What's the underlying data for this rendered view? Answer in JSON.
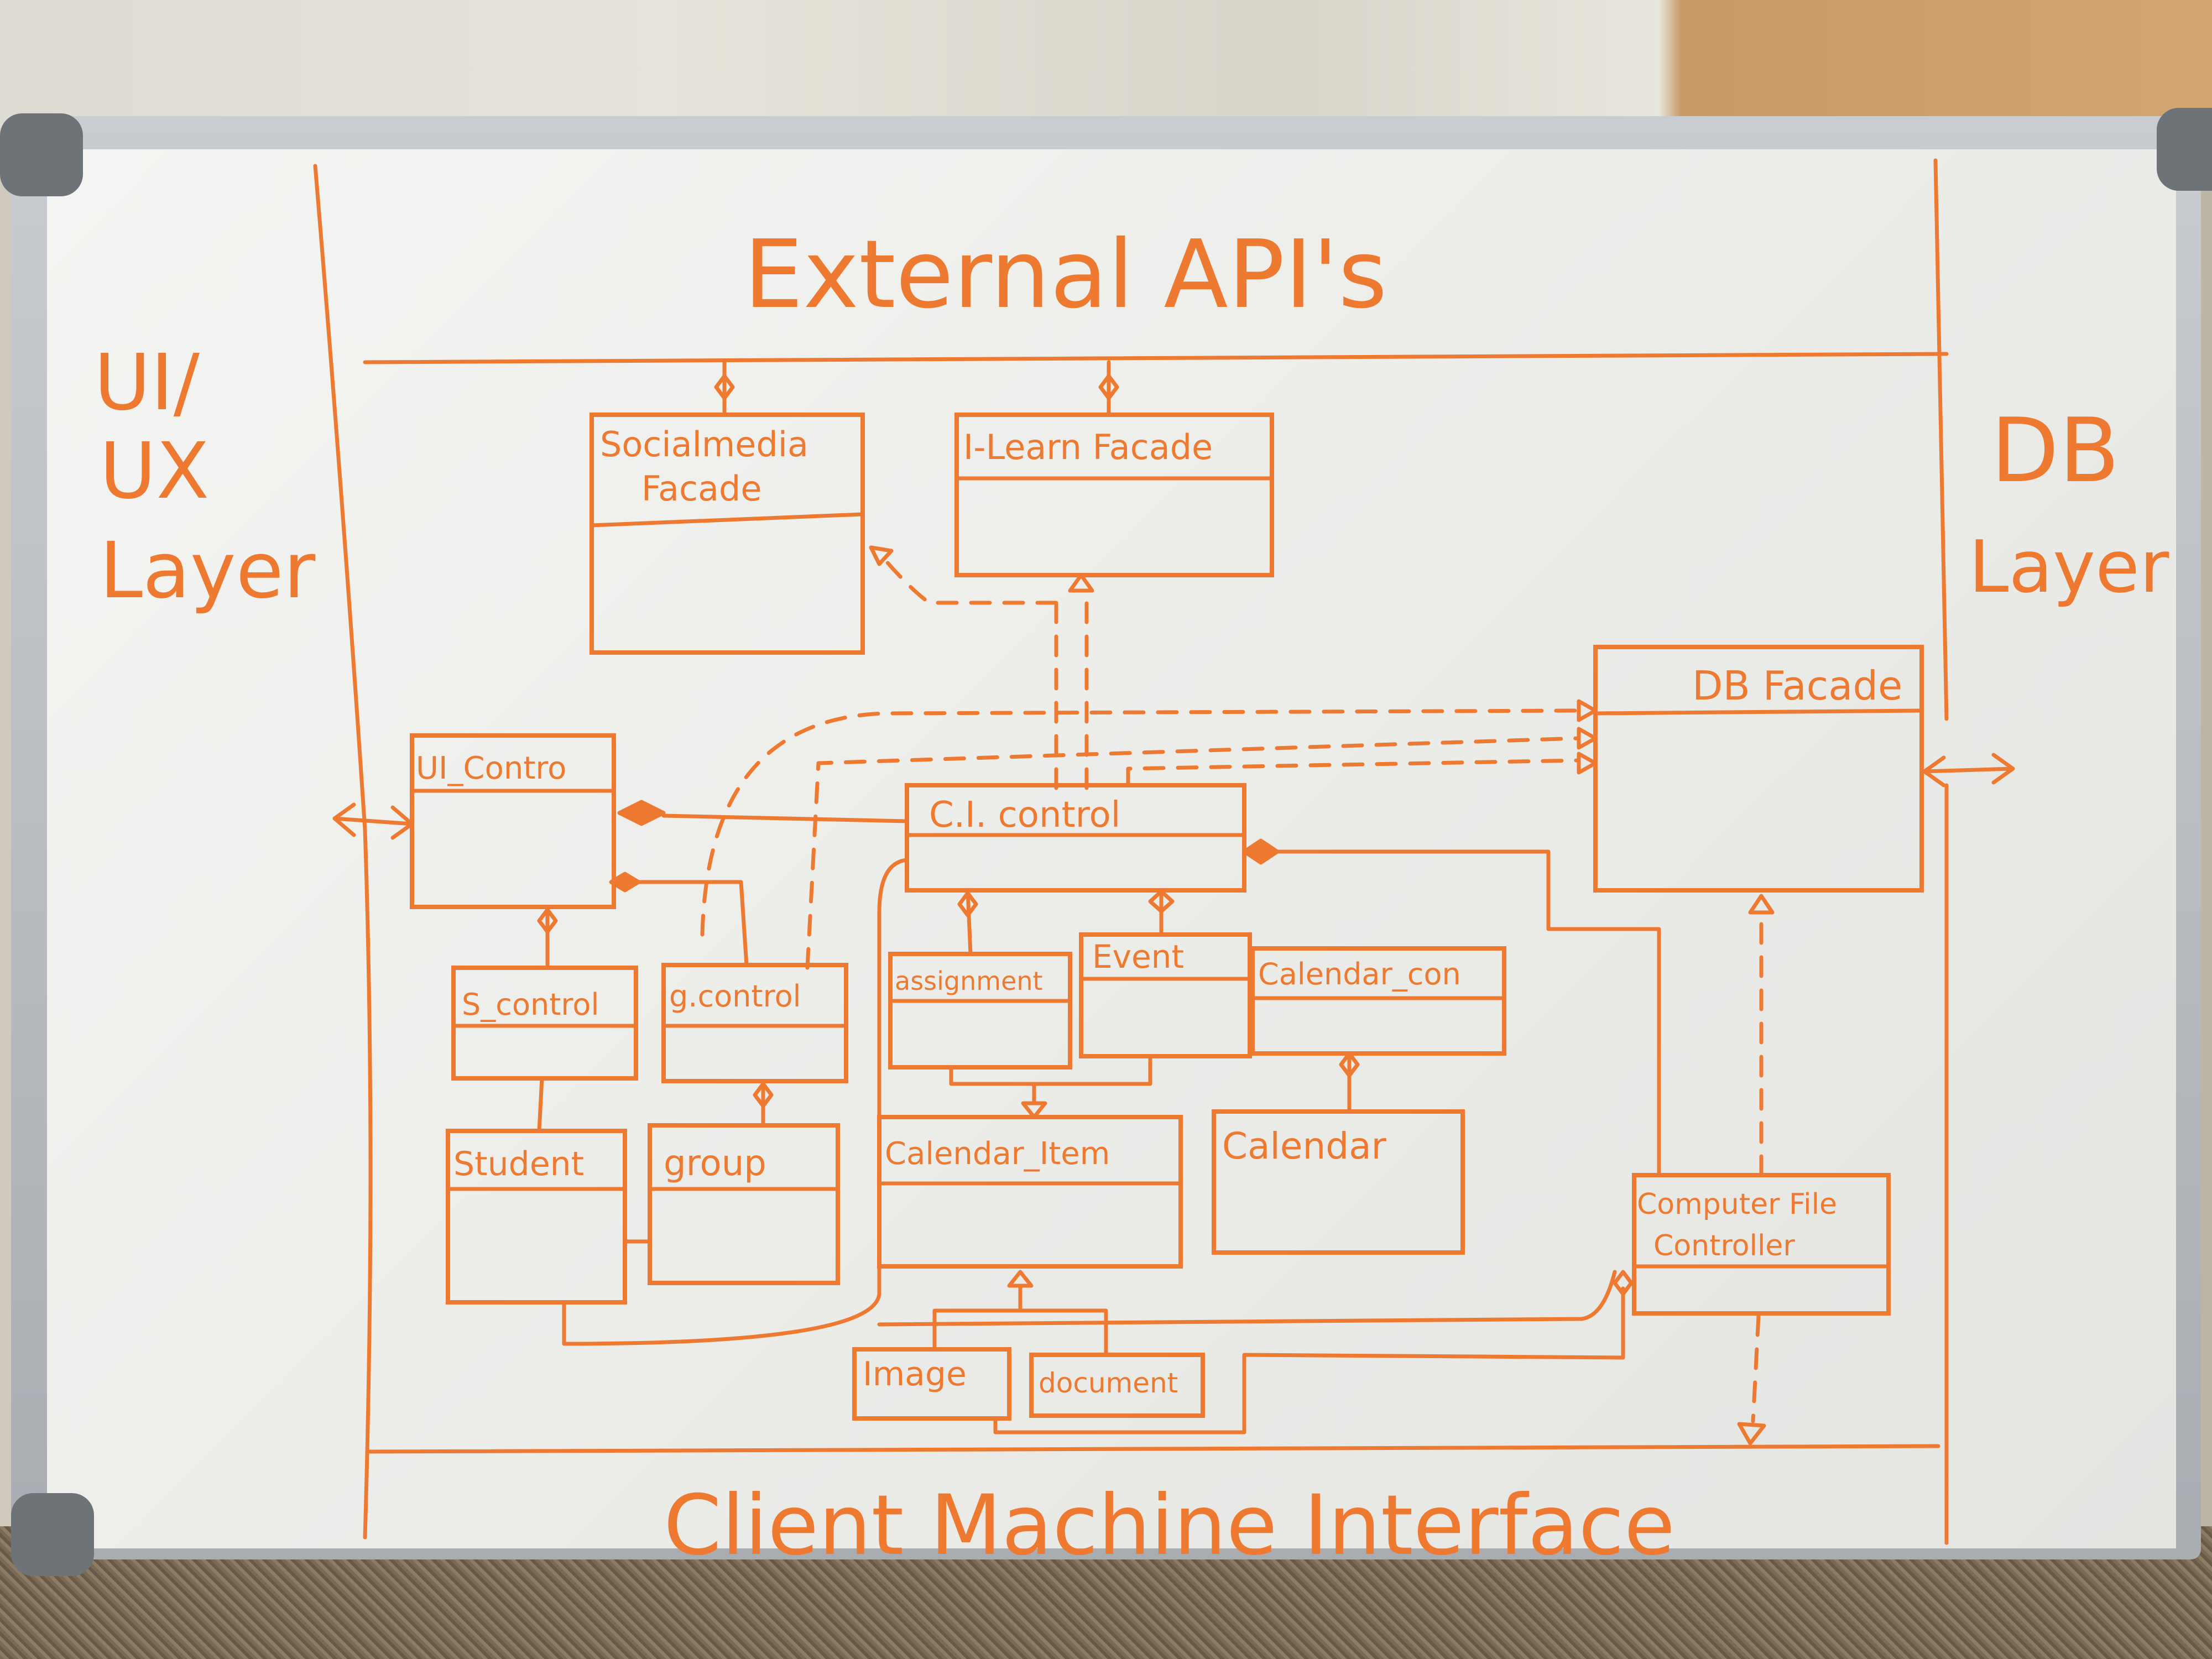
{
  "layers": {
    "top": "External API's",
    "left": [
      "UI/",
      "UX",
      "Layer"
    ],
    "right": [
      "DB",
      "Layer"
    ],
    "bottom": "Client Machine Interface"
  },
  "classes": {
    "social_media_facade": [
      "Socialmedia",
      "Facade"
    ],
    "ilearn_facade": "I-Learn Facade",
    "db_facade": "DB Facade",
    "ui_control": "UI_Contro",
    "ci_control": "C.I. control",
    "s_control": "S_control",
    "g_control": "g.control",
    "assignment": "assignment",
    "event": "Event",
    "calendar_con": "Calendar_con",
    "student": "Student",
    "group": "group",
    "calendar_item": "Calendar_Item",
    "calendar": "Calendar",
    "image": "Image",
    "document": "document",
    "computer_file_controller": [
      "Computer File",
      "Controller"
    ]
  },
  "colors": {
    "marker": "#ee7a32",
    "board": "#efefed"
  }
}
